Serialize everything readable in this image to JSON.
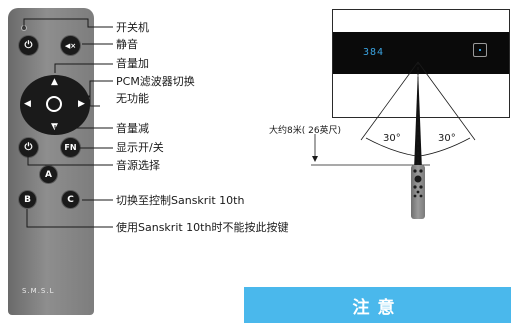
{
  "remote": {
    "buttons": {
      "power": "⏻",
      "mute": "◀×",
      "dpad_center": "○",
      "input": "⏻",
      "fn": "FN",
      "a": "A",
      "b": "B",
      "c": "C"
    },
    "brand": "S.M.S.L"
  },
  "labels": {
    "power": "开关机",
    "mute": "静音",
    "volume_up": "音量加",
    "pcm_filter": "PCM滤波器切换",
    "no_function": "无功能",
    "volume_down": "音量减",
    "display_toggle": "显示开/关",
    "input_select": "音源选择",
    "switch_control": "切换至控制Sanskrit  10th",
    "cannot_use": "使用Sanskrit  10th时不能按此按键"
  },
  "diagram": {
    "display_value": "384",
    "angle_left": "30°",
    "angle_right": "30°",
    "distance_label": "大约8米( 26英尺)"
  },
  "notice": {
    "title": "注意"
  },
  "colors": {
    "accent": "#4ab8ec",
    "display": "#3aa3e0",
    "remote_body": "#808080"
  }
}
